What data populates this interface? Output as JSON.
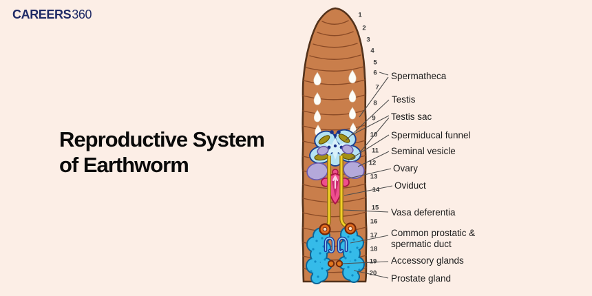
{
  "brand": {
    "name": "CAREERS",
    "suffix": "360"
  },
  "title": {
    "line1": "Reproductive System",
    "line2": "of Earthworm"
  },
  "diagram": {
    "subject": "Earthworm reproductive system, segments 1-20",
    "segment_numbers": [
      "1",
      "2",
      "3",
      "4",
      "5",
      "6",
      "7",
      "8",
      "9",
      "10",
      "11",
      "12",
      "13",
      "14",
      "15",
      "16",
      "17",
      "18",
      "19",
      "20"
    ],
    "labels": [
      {
        "text": "Spermatheca"
      },
      {
        "text": "Testis"
      },
      {
        "text": "Testis sac"
      },
      {
        "text": "Spermiducal funnel"
      },
      {
        "text": "Seminal vesicle"
      },
      {
        "text": "Ovary"
      },
      {
        "text": "Oviduct"
      },
      {
        "text": "Vasa deferentia"
      },
      {
        "text": "Common prostatic & spermatic duct"
      },
      {
        "text": "Accessory glands"
      },
      {
        "text": "Prostate gland"
      }
    ],
    "colors": {
      "background": "#fceee6",
      "brand_navy": "#1f2a66",
      "worm_body": "#c97e4b",
      "worm_outline": "#53321b",
      "segment_line": "#8a4a26",
      "spermatheca_white": "#fdfdf8",
      "testis_sac_blue": "#b5e3f3",
      "gland_olive": "#a39016",
      "seminal_vesicle_purple": "#b4a9da",
      "ovary_pink": "#ee4f8e",
      "vas_deferens_yellow": "#f2d028",
      "prostate_cyan": "#35bbe9",
      "duct_navy": "#1a35a0",
      "ring_orange": "#e06a1e"
    }
  }
}
